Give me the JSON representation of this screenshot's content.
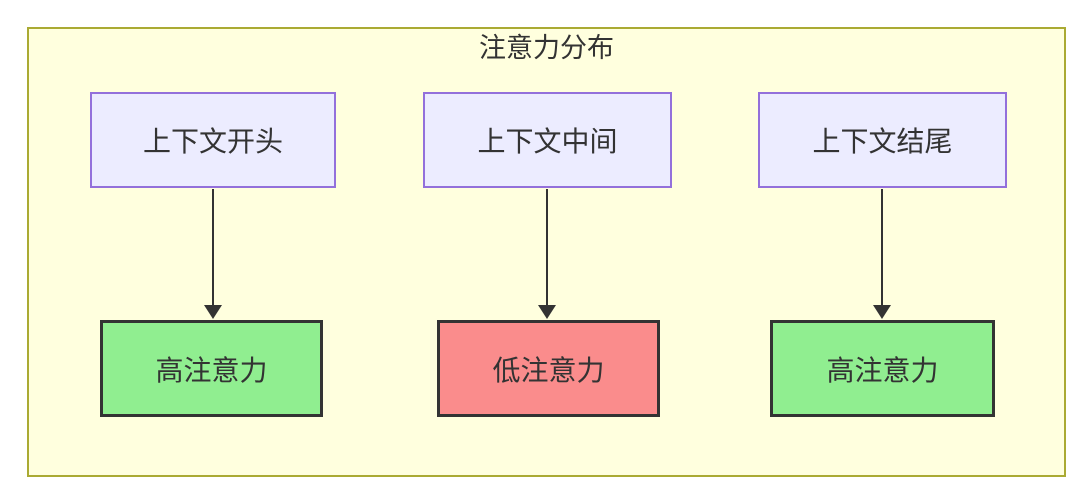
{
  "diagram": {
    "title": "注意力分布",
    "columns": [
      {
        "source_label": "上下文开头",
        "target_label": "高注意力",
        "attention": "high"
      },
      {
        "source_label": "上下文中间",
        "target_label": "低注意力",
        "attention": "low"
      },
      {
        "source_label": "上下文结尾",
        "target_label": "高注意力",
        "attention": "high"
      }
    ],
    "colors": {
      "frame_bg": "#ffffde",
      "frame_border": "#aaaa33",
      "source_bg": "#ececff",
      "source_border": "#9370db",
      "high_bg": "#90ee90",
      "low_bg": "#fa8c8c",
      "target_border": "#333333",
      "arrow": "#333333",
      "text": "#333333"
    }
  }
}
